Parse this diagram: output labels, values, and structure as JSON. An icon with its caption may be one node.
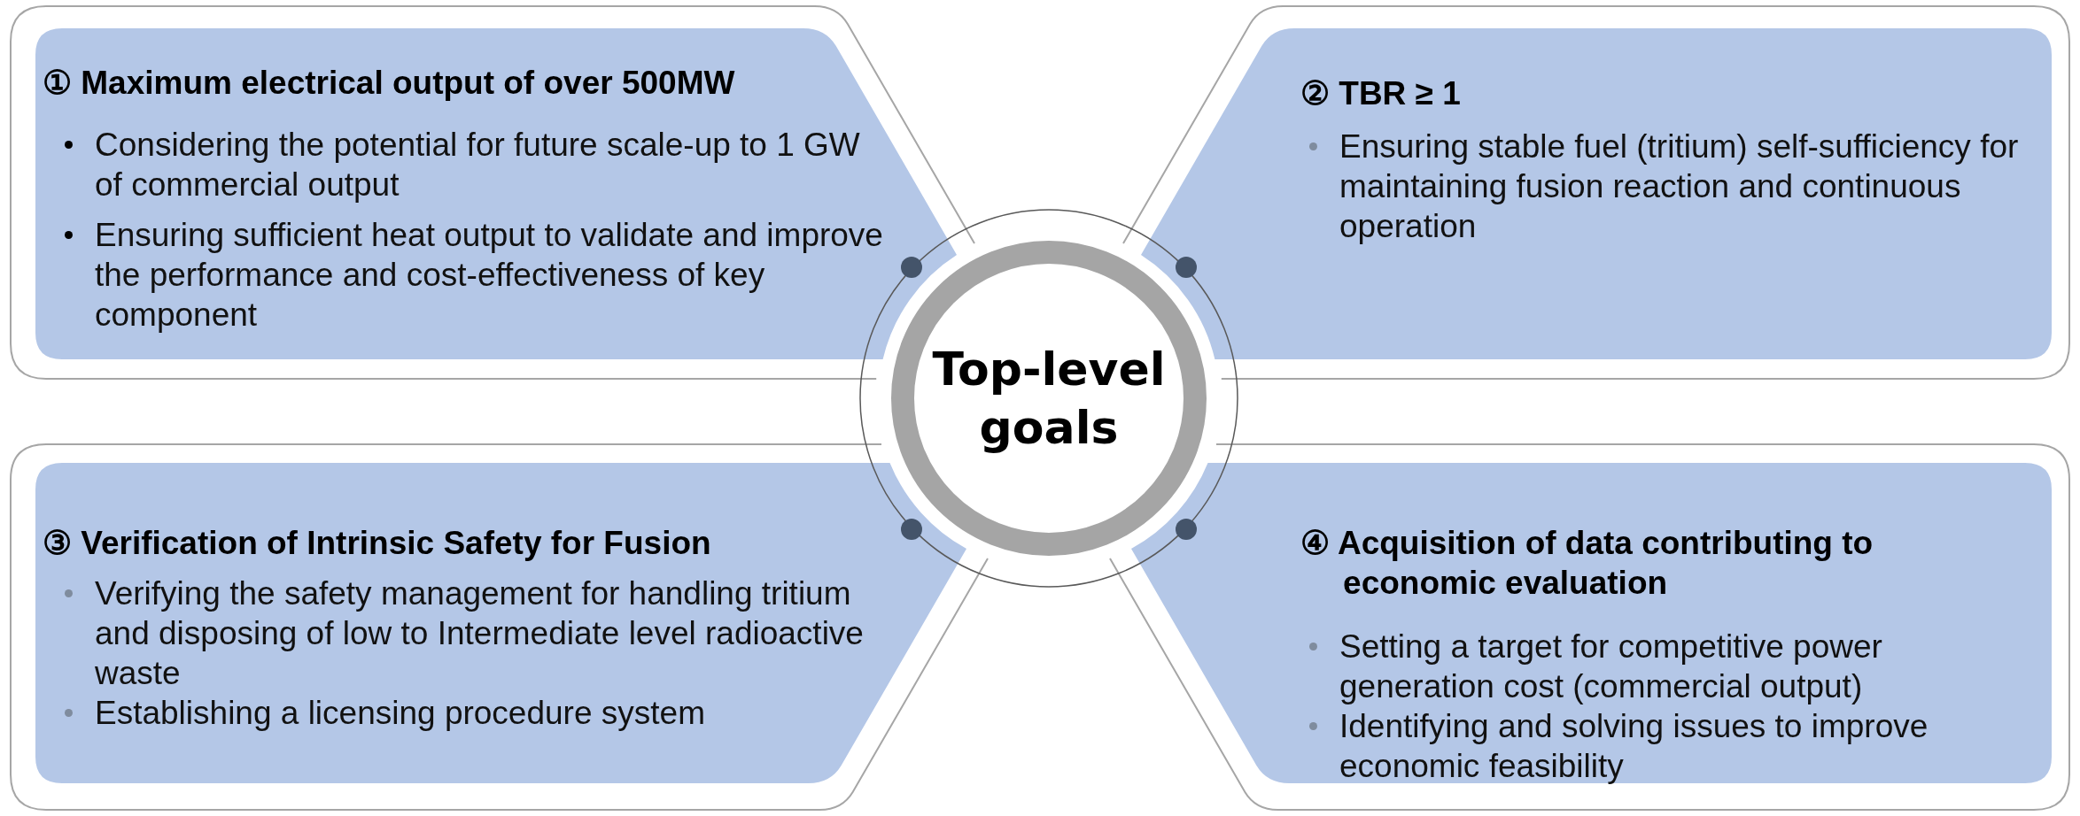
{
  "diagram": {
    "nodes": [
      {
        "text": [
          "① Maximum electrical output of over 500MW",
          "Considering the potential for future scale-up to 1 GW of commercial output",
          "Ensuring sufficient heat output to validate and improve the performance and cost-effectiveness of key component"
        ]
      },
      {
        "text": [
          "② TBR ≥ 1",
          "Ensuring stable fuel (tritium) self-sufficiency for maintaining fusion reaction and continuous operation"
        ]
      },
      {
        "text": [
          "Top-level goals"
        ]
      },
      {
        "text": [
          "③ Verification of Intrinsic Safety for Fusion",
          "Verifying the safety management for handling tritium and disposing of low to Intermediate level radioactive waste",
          "Establishing a licensing procedure system"
        ]
      },
      {
        "text": [
          "④ Acquisition of data contributing to economic evaluation",
          "Setting a target for competitive power generation cost (commercial output)",
          "Identifying and solving issues to improve economic feasibility"
        ]
      }
    ]
  }
}
